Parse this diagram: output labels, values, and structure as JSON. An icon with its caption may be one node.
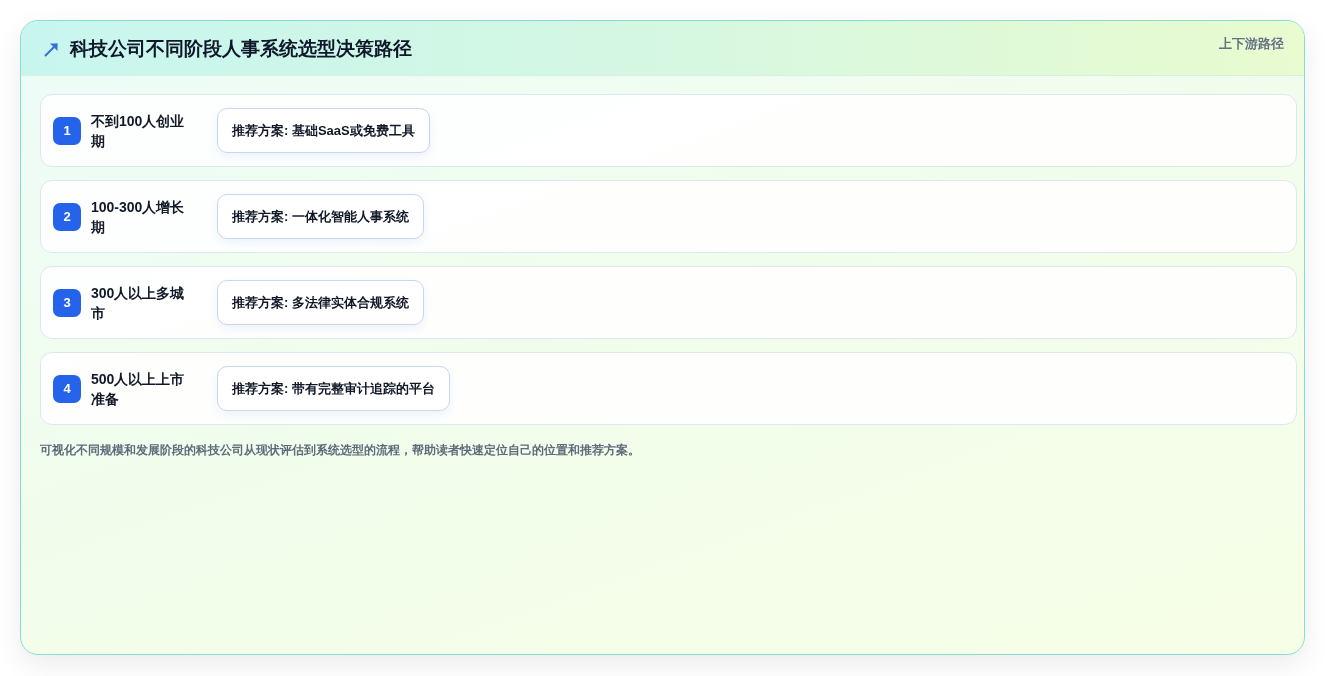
{
  "diagram": {
    "title": "科技公司不同阶段人事系统选型决策路径",
    "caption": "可视化不同规模和发展阶段的科技公司从现状评估到系统选型的流程，帮助读者快速定位自己的位置和推荐方案。",
    "nodes": [
      {
        "text": [
          "不到100人创业期"
        ]
      },
      {
        "text": [
          "1"
        ],
        "in": 0
      },
      {
        "text": [
          "推荐方案: 基础SaaS或免费工具"
        ],
        "in": 0
      },
      {
        "text": [
          "100-300人增长期"
        ]
      },
      {
        "text": [
          "2"
        ],
        "in": 3
      },
      {
        "text": [
          "推荐方案: 一体化智能人事系统"
        ],
        "in": 3
      },
      {
        "text": [
          "300人以上多城市"
        ]
      },
      {
        "text": [
          "3"
        ],
        "in": 6
      },
      {
        "text": [
          "推荐方案: 多法律实体合规系统"
        ],
        "in": 6
      },
      {
        "text": [
          "500人以上上市准备"
        ]
      },
      {
        "text": [
          "4"
        ],
        "in": 9
      },
      {
        "text": [
          "推荐方案: 带有完整审计追踪的平台"
        ],
        "in": 9
      }
    ],
    "labels": [
      "上下游路径"
    ]
  }
}
